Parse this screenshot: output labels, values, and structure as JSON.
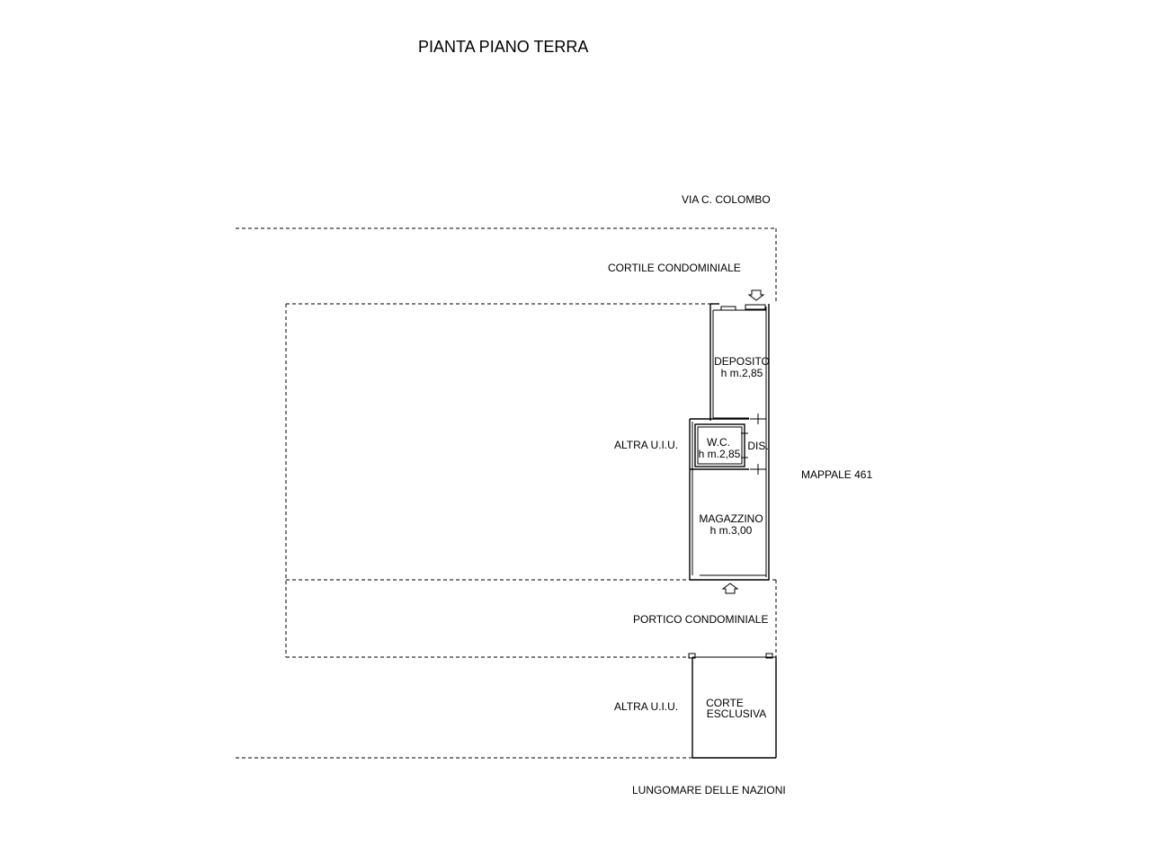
{
  "title": "PIANTA PIANO TERRA",
  "streets": {
    "top": "VIA  C. COLOMBO",
    "bottom": "LUNGOMARE DELLE NAZIONI"
  },
  "areas": {
    "courtyard": "CORTILE CONDOMINIALE",
    "portico": "PORTICO CONDOMINIALE",
    "other_unit_upper": "ALTRA U.I.U.",
    "other_unit_lower": "ALTRA U.I.U.",
    "parcel": "MAPPALE 461"
  },
  "rooms": {
    "deposito": {
      "name": "DEPOSITO",
      "height": "h m.2,85"
    },
    "wc": {
      "name": "W.C.",
      "height": "h m.2,85"
    },
    "dis": {
      "name": "DIS."
    },
    "magazzino": {
      "name": "MAGAZZINO",
      "height": "h m.3,00"
    },
    "corte": {
      "name_line1": "CORTE",
      "name_line2": "ESCLUSIVA"
    }
  }
}
